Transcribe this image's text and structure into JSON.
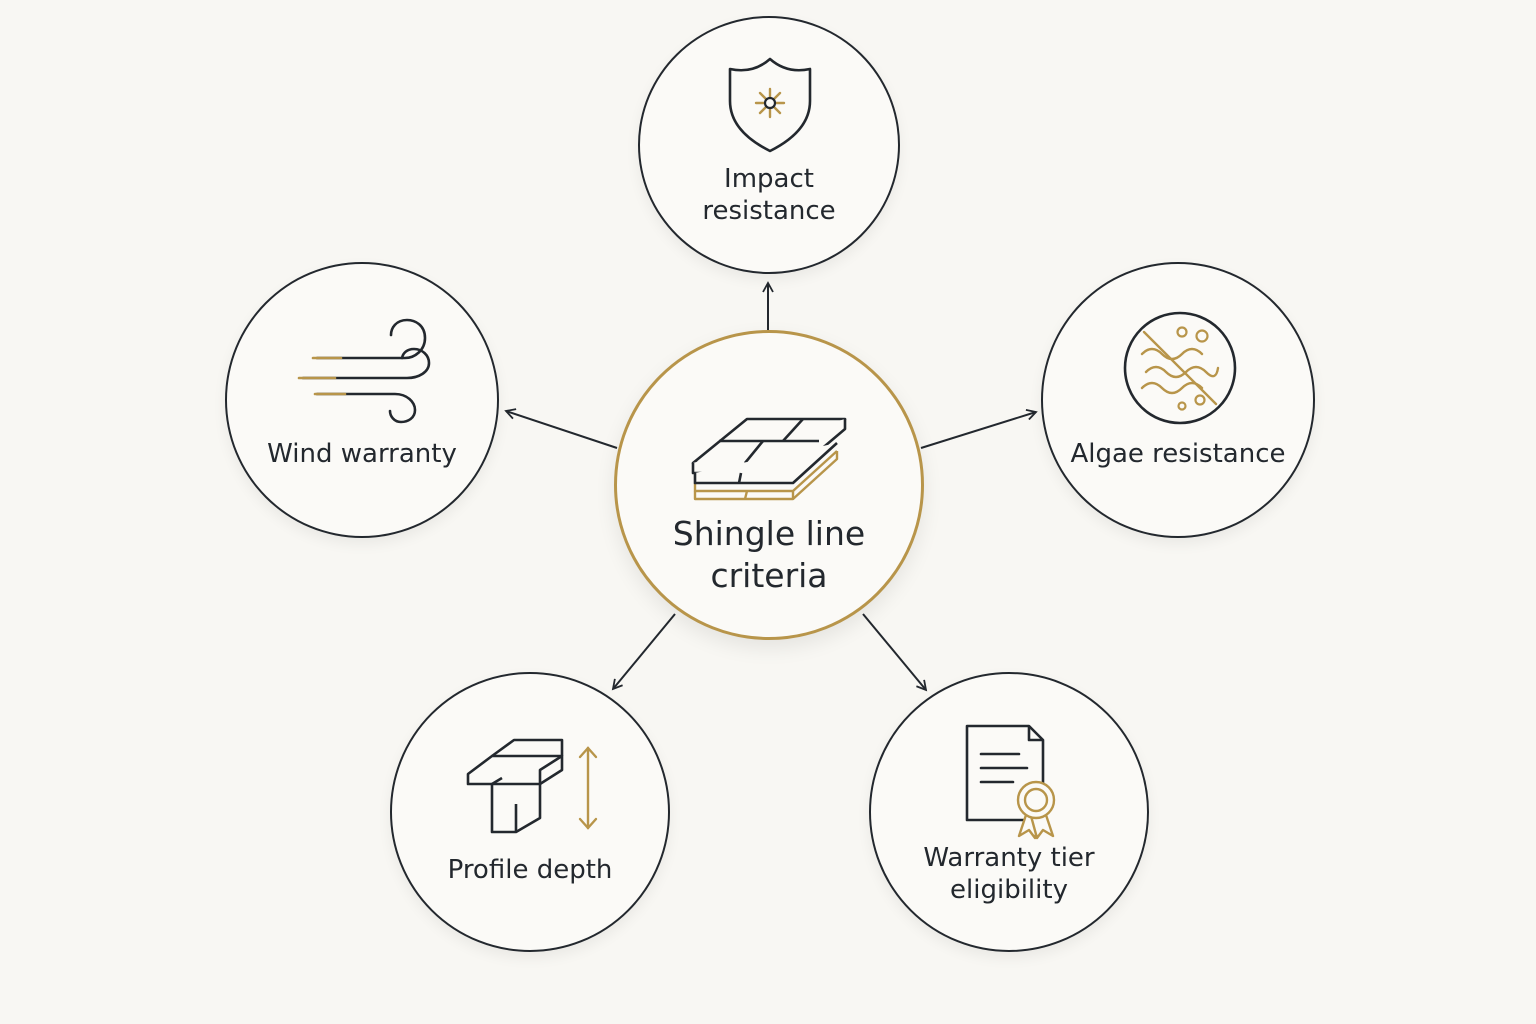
{
  "center": {
    "label_line1": "Shingle line",
    "label_line2": "criteria",
    "icon": "shingle-stack-icon"
  },
  "nodes": {
    "impact": {
      "label_line1": "Impact",
      "label_line2": "resistance",
      "icon": "shield-impact-icon"
    },
    "wind": {
      "label": "Wind warranty",
      "icon": "wind-icon"
    },
    "algae": {
      "label": "Algae resistance",
      "icon": "algae-blocked-icon"
    },
    "profile": {
      "label": "Profile depth",
      "icon": "profile-depth-icon"
    },
    "warranty": {
      "label_line1": "Warranty tier",
      "label_line2": "eligibility",
      "icon": "certificate-icon"
    }
  },
  "colors": {
    "ink": "#23282e",
    "accent": "#b8954a",
    "background": "#f8f7f3"
  }
}
